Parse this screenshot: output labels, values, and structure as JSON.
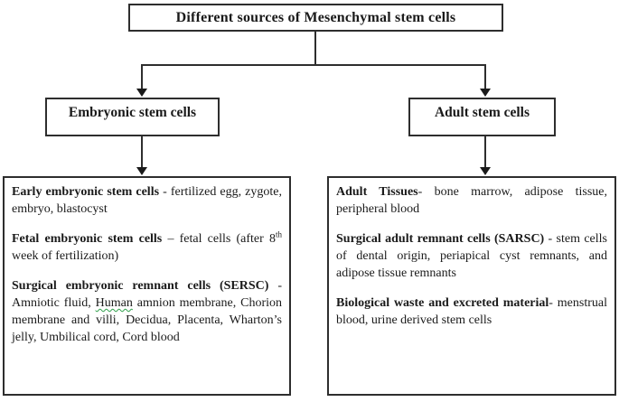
{
  "diagram": {
    "title": "Different sources of Mesenchymal stem cells",
    "branches": {
      "embryonic": {
        "label": "Embryonic stem cells"
      },
      "adult": {
        "label": "Adult stem cells"
      }
    },
    "embryonic_detail": {
      "paragraphs": [
        {
          "bold": "Early embryonic stem cells",
          "text_a": " - fertilized egg, zygote, embryo, blastocyst"
        },
        {
          "bold": "Fetal embryonic stem cells",
          "text_a": " – fetal cells (after 8",
          "sup": "th",
          "text_b": " week of fertilization)"
        },
        {
          "bold": "Surgical embryonic remnant cells (SERSC)",
          "text_a": " - Amniotic fluid, ",
          "spellcheck_word": "Human",
          "text_b": " amnion membrane, Chorion membrane and villi, Decidua, Placenta, Wharton’s jelly, Umbilical cord, Cord blood"
        }
      ]
    },
    "adult_detail": {
      "paragraphs": [
        {
          "bold": "Adult Tissues",
          "text_a": "-  bone marrow, adipose tissue, peripheral blood"
        },
        {
          "bold": "Surgical adult remnant cells (SARSC)",
          "text_a": " - stem cells of dental origin, periapical cyst remnants, and adipose tissue remnants"
        },
        {
          "bold": "Biological waste and excreted material",
          "text_a": "- menstrual blood, urine derived stem cells"
        }
      ]
    },
    "colors": {
      "border": "#2E2E2E",
      "text": "#1A1A1A",
      "background": "#FFFFFF",
      "spellcheck_underline": "#2FA14B"
    }
  }
}
